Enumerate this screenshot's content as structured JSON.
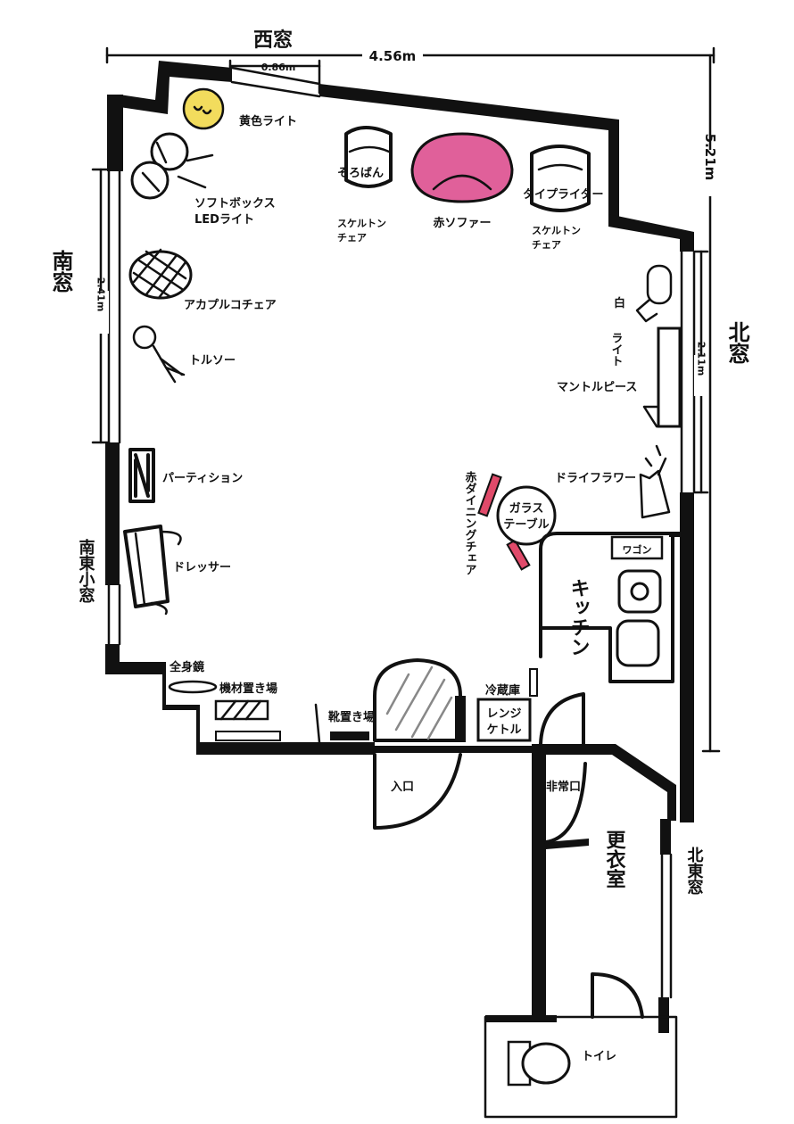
{
  "windows": {
    "west": "西窓",
    "south": "南窓",
    "north": "北窓",
    "southeast_small": "南東小窓",
    "northeast": "北東窓"
  },
  "dimensions": {
    "width": "4.56m",
    "depth": "5.21m",
    "west_window": "0.86m",
    "south_window": "2.41m",
    "north_window": "2.11m"
  },
  "furniture": {
    "yellow_light": "黄色ライト",
    "softbox_1": "ソフトボックス",
    "softbox_2": "LEDライト",
    "soroban": "そろばん",
    "skeleton_chair_1": "スケルトン",
    "skeleton_chair_2": "チェア",
    "red_sofa": "赤ソファー",
    "typewriter": "タイプライター",
    "skeleton_chair_b_1": "スケルトン",
    "skeleton_chair_b_2": "チェア",
    "acapulco_chair": "アカプルコチェア",
    "torso": "トルソー",
    "white_light_1": "白",
    "white_light_2": "ライト",
    "mantelpiece": "マントルピース",
    "partition": "パーティション",
    "dried_flower": "ドライフラワー",
    "red_dining_chair": "赤ダイニングチェア",
    "glass_table_1": "ガラス",
    "glass_table_2": "テーブル",
    "dresser": "ドレッサー",
    "wagon": "ワゴン",
    "full_mirror": "全身鏡",
    "equipment_storage": "機材置き場",
    "shoe_storage": "靴置き場",
    "fridge": "冷蔵庫",
    "range_1": "レンジ",
    "range_2": "ケトル"
  },
  "rooms": {
    "kitchen": "キッチン",
    "entrance": "入口",
    "emergency_exit": "非常口",
    "dressing_room": "更衣室",
    "toilet": "トイレ"
  },
  "colors": {
    "yellow_light": "#f2dc5d",
    "red_sofa": "#e0609a",
    "red_chair": "#e04a6a"
  }
}
